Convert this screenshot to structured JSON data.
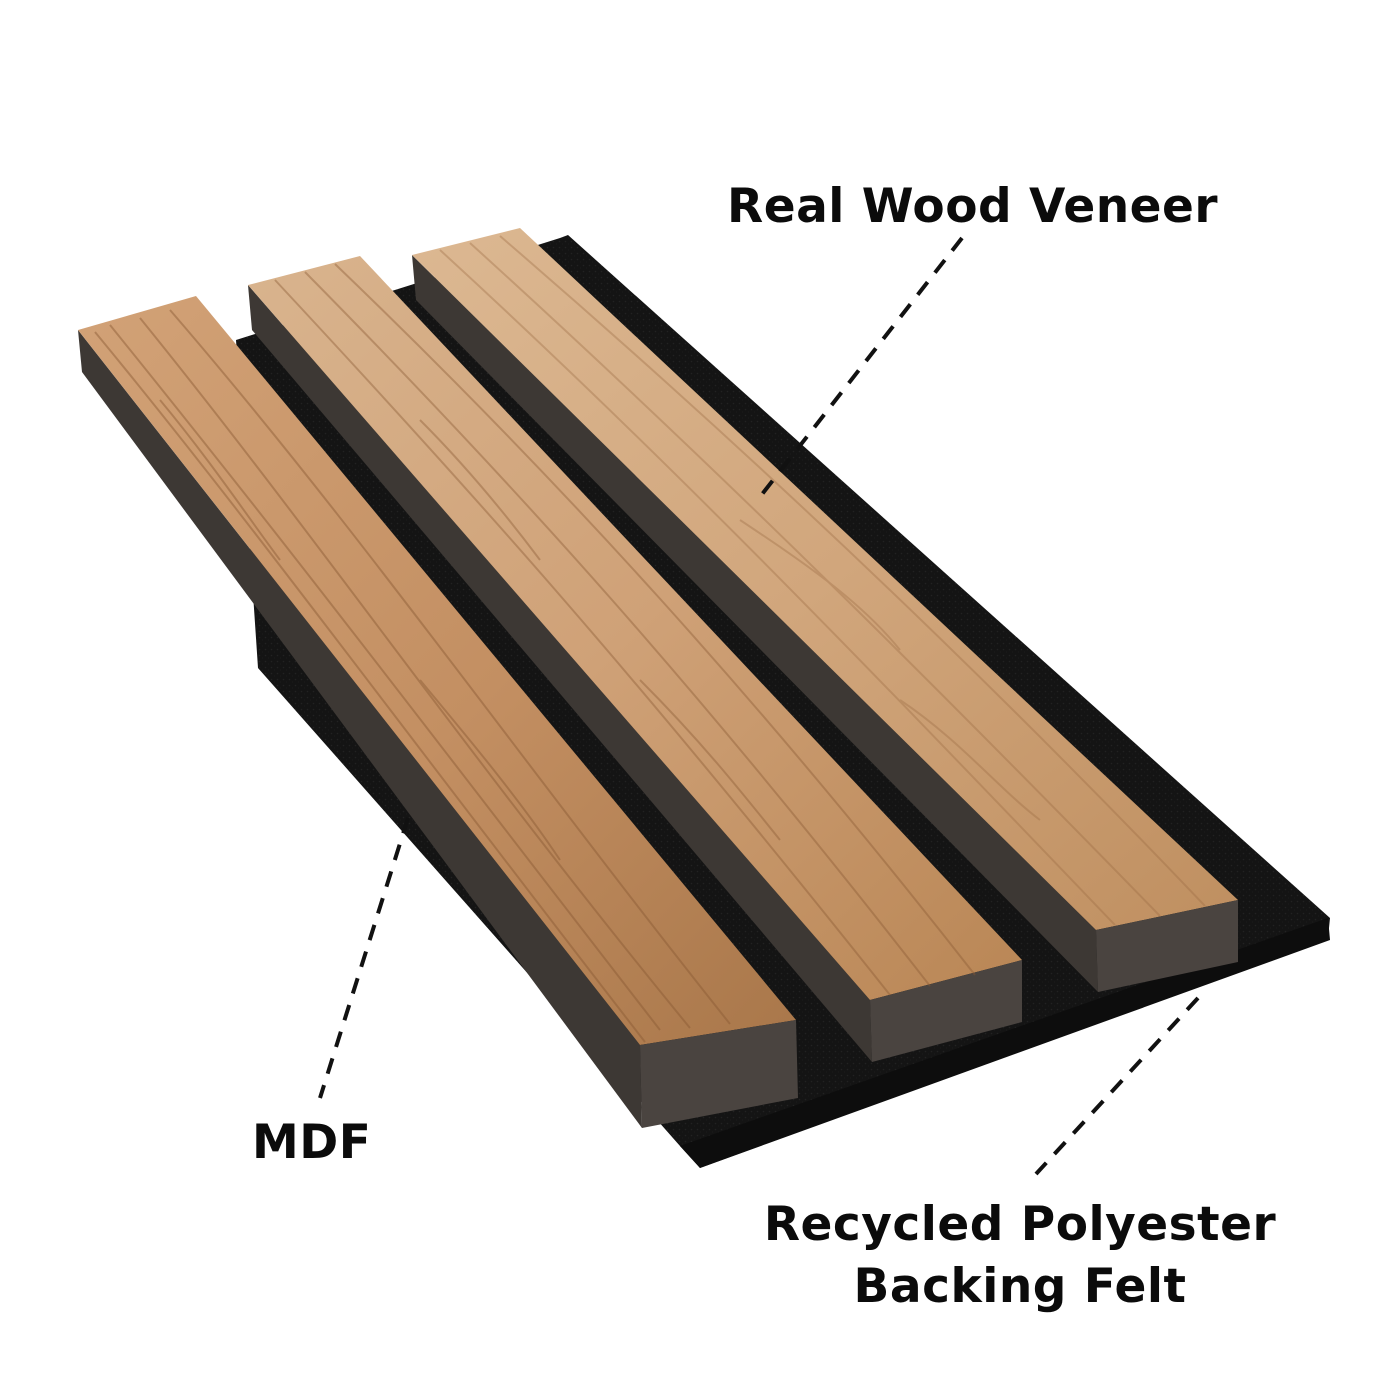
{
  "labels": {
    "veneer": "Real Wood Veneer",
    "mdf": "MDF",
    "felt_line1": "Recycled Polyester",
    "felt_line2": "Backing Felt"
  },
  "colors": {
    "felt": "#141414",
    "mdf_edge": "#3d3834",
    "wood_light": "#d9b48e",
    "wood_mid": "#c7966a",
    "wood_dark": "#a26e45",
    "grain": "#8a5a34",
    "text": "#0b0b0b",
    "leader": "#111111"
  }
}
